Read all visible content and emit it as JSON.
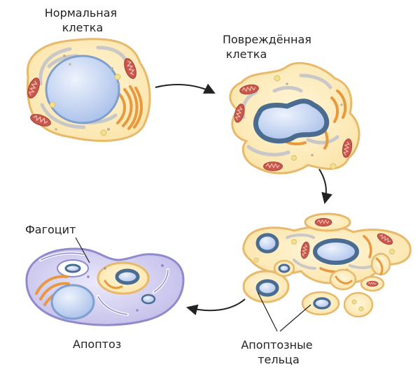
{
  "labels": {
    "normal_cell": [
      "Нормальная",
      "клетка"
    ],
    "damaged_cell": [
      "Повреждённая",
      "клетка"
    ],
    "phagocyte": "Фагоцит",
    "apoptosis": "Апоптоз",
    "apoptotic_bodies": [
      "Апоптозные",
      "тельца"
    ]
  },
  "colors": {
    "cytoplasm": "#fbe7b2",
    "cell_outline": "#e8b96a",
    "nucleus": "#b9cdee",
    "nucleus_outline": "#7f9fcf",
    "nucleus_condensed": "#4a6c91",
    "mitochondria": "#c9574d",
    "er": "#c8c8c8",
    "golgi": "#e8983e",
    "phagocyte": "#c9c6ec",
    "phagocyte_outline": "#8f8acb",
    "arrow": "#222222"
  }
}
